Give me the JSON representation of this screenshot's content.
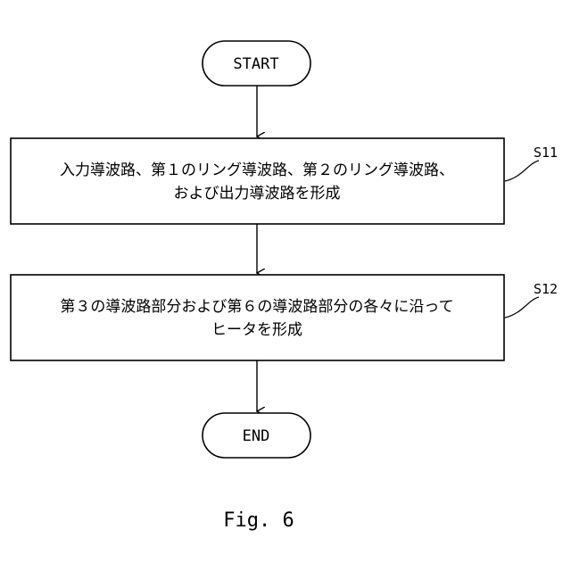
{
  "start_label": "START",
  "end_label": "END",
  "steps": [
    {
      "id": "S11",
      "lines": [
        "入力導波路、第１のリング導波路、第２のリング導波路、",
        "および出力導波路を形成"
      ]
    },
    {
      "id": "S12",
      "lines": [
        "第３の導波路部分および第６の導波路部分の各々に沿って",
        "ヒータを形成"
      ]
    }
  ],
  "caption": "Fig. 6"
}
